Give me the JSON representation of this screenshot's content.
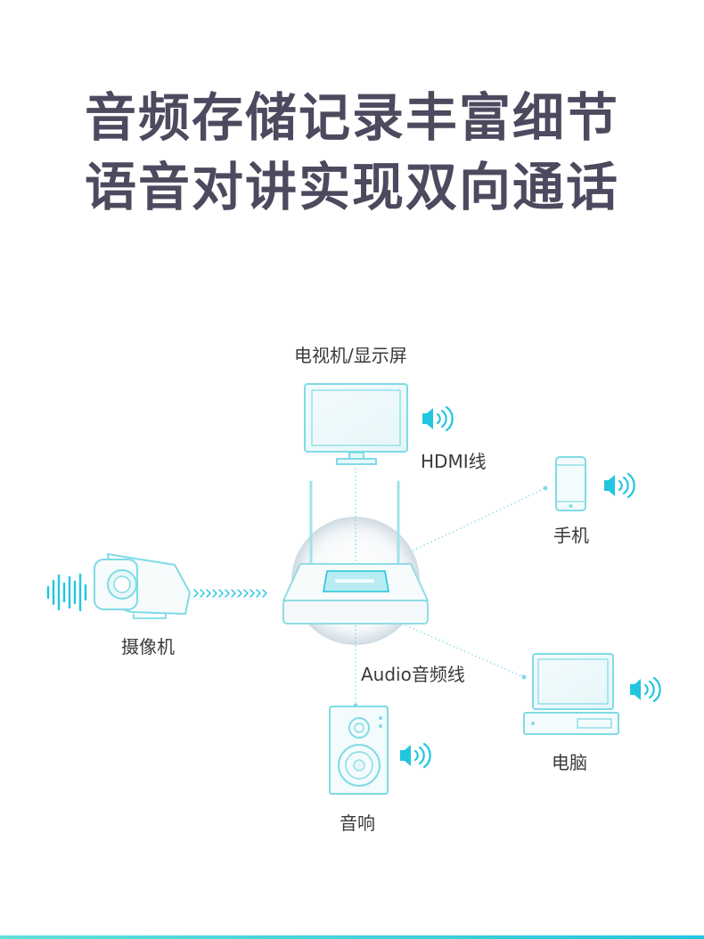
{
  "headline": {
    "line1": "音频存储记录丰富细节",
    "line2": "语音对讲实现双向通话"
  },
  "devices": {
    "tv": "电视机/显示屏",
    "phone": "手机",
    "camera": "摄像机",
    "speaker": "音响",
    "computer": "电脑"
  },
  "connections": {
    "hdmi": "HDMI线",
    "audio": "Audio音频线"
  },
  "colors": {
    "accent": "#22c6df",
    "headline": "#4b4a5e",
    "device_stroke": "#7fdbe6"
  }
}
